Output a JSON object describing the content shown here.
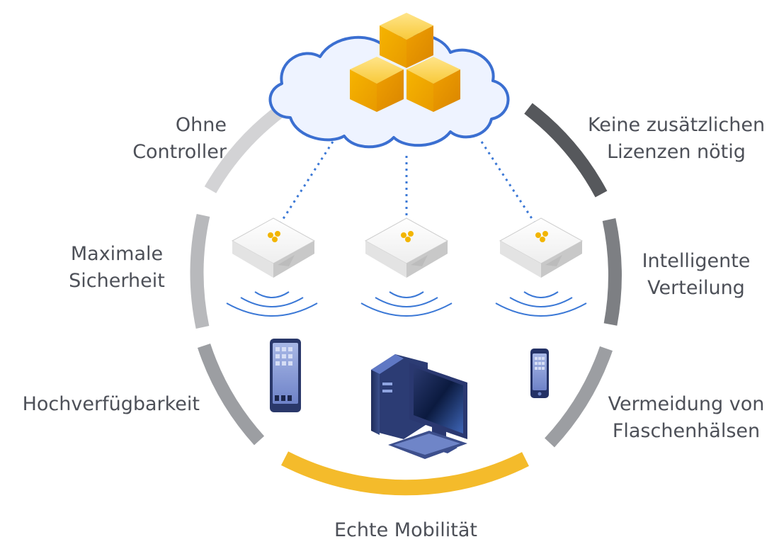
{
  "colors": {
    "segment_light": "#cfcfd1",
    "segment_mid": "#a9aaad",
    "segment_dark": "#55575b",
    "segment_accent": "#f4bb2b",
    "cloud_stroke": "#3b6fd1",
    "cloud_fill": "#eaf1ff",
    "cube_yellow": "#f4b400",
    "link_dots": "#3b78d6",
    "text": "#4d5058"
  },
  "labels": {
    "ohne_line1": "Ohne",
    "ohne_line2": "Controller",
    "keine_line1": "Keine zusätzlichen",
    "keine_line2": "Lizenzen nötig",
    "max_line1": "Maximale",
    "max_line2": "Sicherheit",
    "intel_line1": "Intelligente",
    "intel_line2": "Verteilung",
    "hoch": "Hochverfügbarkeit",
    "verm_line1": "Vermeidung von",
    "verm_line2": "Flaschenhälsen",
    "echte": "Echte Mobilität"
  },
  "icons": {
    "cloud": "cloud-icon",
    "cubes": "hexagon-cubes-icon",
    "access_point": "wireless-access-point-icon",
    "signal": "wifi-signal-icon",
    "tablet": "tablet-icon",
    "desktop": "desktop-computer-icon",
    "phone": "smartphone-icon"
  }
}
